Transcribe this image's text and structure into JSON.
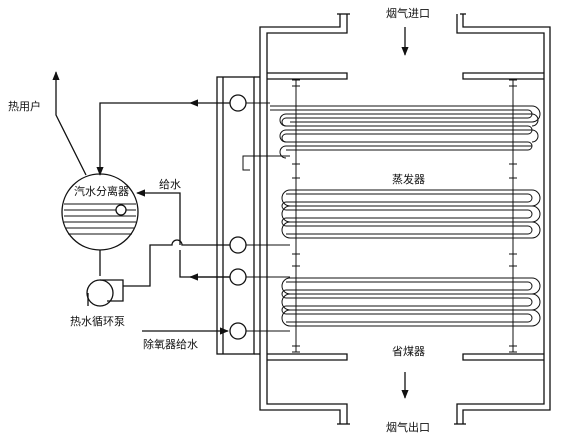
{
  "labels": {
    "flue_gas_inlet": "烟气进口",
    "flue_gas_outlet": "烟气出口",
    "heat_user": "热用户",
    "steam_water_separator": "汽水分离器",
    "feed_water": "给水",
    "evaporator": "蒸发器",
    "hot_water_circulation_pump": "热水循环泵",
    "deaerator_feed_water": "除氧器给水",
    "economizer": "省煤器"
  },
  "icons": [
    "steam-water-separator-drum",
    "circulation-pump",
    "header-circle",
    "flow-arrow"
  ]
}
